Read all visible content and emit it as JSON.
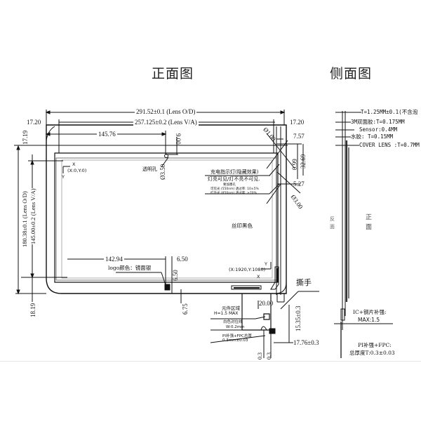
{
  "titles": {
    "front_view": "正面图",
    "side_view": "侧面图"
  },
  "front_view": {
    "dimensions": {
      "lens_od_width": "291.52±0.1 (Lens O/D)",
      "lens_va_width": "257.125±0.2 (Lens V/A)",
      "left_margin": "17.20",
      "right_margin": "17.20",
      "hole_offset_x": "145.76",
      "hole_offset_y": "9.00",
      "hole_diameter": "Ø3.50",
      "top_margin": "17.19",
      "bottom_margin": "18.19",
      "lens_od_height": "180.38±0.1 (Lens O/D)",
      "lens_va_height": "145.00±0.2 (Lens V/A)",
      "corner_radius": "Ø1.00",
      "led_offset_x": "7.57",
      "led_offset_y1": "0.99",
      "led_offset_y2": "32.69",
      "led_offset_x2": "5.27",
      "led_diameter": "Ø3.00",
      "logo_offset_x": "142.94",
      "logo_width": "6.50",
      "logo_height": "6.50",
      "logo_offset_y": "6.75",
      "fpc_offset": "20.00",
      "fpc_length": "15.35±0.3",
      "fpc_width": "17.76±0.3",
      "fpc_small_1": "0.3",
      "fpc_small_2": "0.3"
    },
    "annotations": {
      "origin_axis_x": "X",
      "origin_axis_y": "Y",
      "origin_coord": "(X:0,Y:0)",
      "transparent_hole": "透明孔",
      "charge_indicator": "充电指示灯(隐藏效果)",
      "charge_indicator_note": "灯亮可见/灯不亮不可见.",
      "ink_hole": "要加墨孔",
      "visible_light": "可见光 (550nm) 透过率: 10±5%",
      "infrared": "红外光 (850nm) 透过率: ≥70%",
      "silkscreen": "丝印黑色",
      "logo_color": "logo颜色：镜面银",
      "end_coord": "(X:1920,Y:1080)",
      "end_axis_x": "X",
      "end_axis_y": "Y",
      "tear_tab": "撕手",
      "component_area": "元件区域",
      "component_height": "H=1.5 MAX",
      "white_line": "白色对位线",
      "white_line_width": "W:0.2mm",
      "pi_fpc": "PI补强+FPC总厚",
      "pi_fpc_thickness": "0.3mm±0.03"
    }
  },
  "side_view": {
    "layers": [
      {
        "label": "T=1.25MM±0.1(不含泡"
      },
      {
        "label": "3M双面胶:T=0.175MM"
      },
      {
        "label": "Sensor:0.4MM"
      },
      {
        "label": "水胶: T=0.15MM"
      },
      {
        "label": "COVER LENS  :T=0.7MM"
      }
    ],
    "back_label": "反面",
    "front_label": "正面",
    "ic_label": "IC+钢片补强:",
    "ic_max": "MAX:1.5",
    "pi_label": "PI补强+FPC:",
    "pi_thickness": "总厚度T:0.3±0.03"
  }
}
